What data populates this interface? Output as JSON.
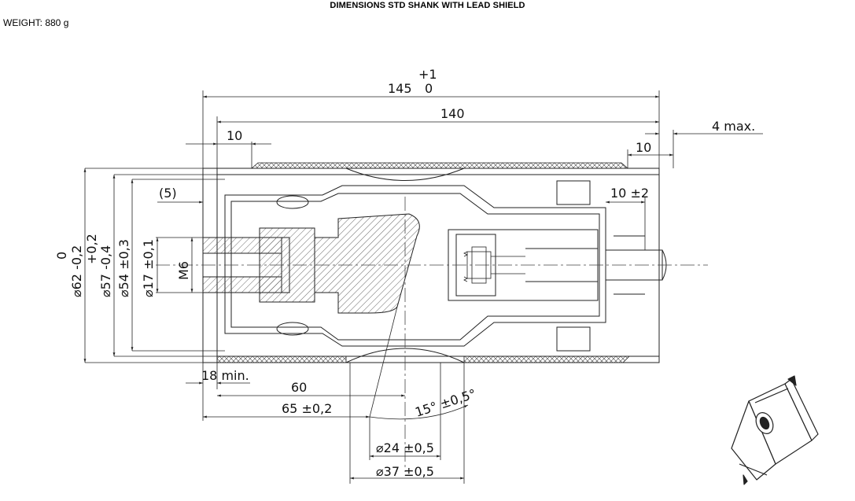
{
  "header": {
    "title": "DIMENSIONS STD SHANK WITH LEAD SHIELD",
    "weight": "WEIGHT: 880 g"
  },
  "dimensions": {
    "overall_length": "145",
    "overall_tol_upper": "+1",
    "overall_tol_lower": "0",
    "length_140": "140",
    "left_offset_10": "10",
    "right_offset_10": "10",
    "four_max": "4 max.",
    "ref_5": "(5)",
    "ten_pm2": "10 ±2",
    "eighteen_min": "18 min.",
    "sixty": "60",
    "sixty_five": "65 ±0,2",
    "angle": "15° ±0,5°",
    "dia_24": "⌀24 ±0,5",
    "dia_37": "⌀37 ±0,5",
    "dia_62": "⌀62 -0,2",
    "dia_62_upper": "0",
    "dia_57": "⌀57 -0,4",
    "dia_57_upper": "+0,2",
    "dia_54": "⌀54 ±0,3",
    "dia_17": "⌀17 ±0,1",
    "thread": "M6"
  },
  "colors": {
    "line": "#222222",
    "hatch": "#444444",
    "background": "#ffffff"
  }
}
